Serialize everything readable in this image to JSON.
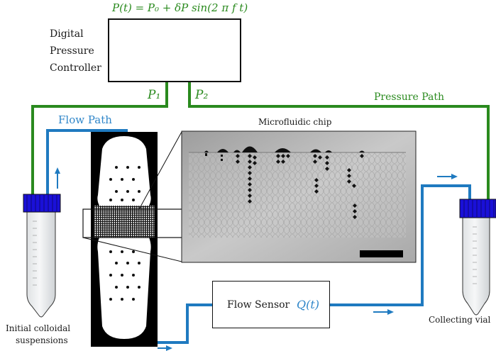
{
  "equation": "P(t) = P₀ + δP sin(2 π f t)",
  "controller": {
    "line1": "Digital",
    "line2": "Pressure",
    "line3": "Controller"
  },
  "p1_label": "P₁",
  "p2_label": "P₂",
  "pressure_path_label": "Pressure Path",
  "flow_path_label": "Flow Path",
  "chip_label": "Microfluidic chip",
  "flow_sensor": {
    "label": "Flow Sensor",
    "signal": "Q(t)"
  },
  "left_vial": {
    "line1": "Initial colloidal",
    "line2": "suspensions"
  },
  "right_vial": {
    "label": "Collecting vial"
  },
  "colors": {
    "pressure": "#2a8a1e",
    "flow": "#1f7ac0",
    "cap": "#1a10d8",
    "sine": "#e03020"
  }
}
